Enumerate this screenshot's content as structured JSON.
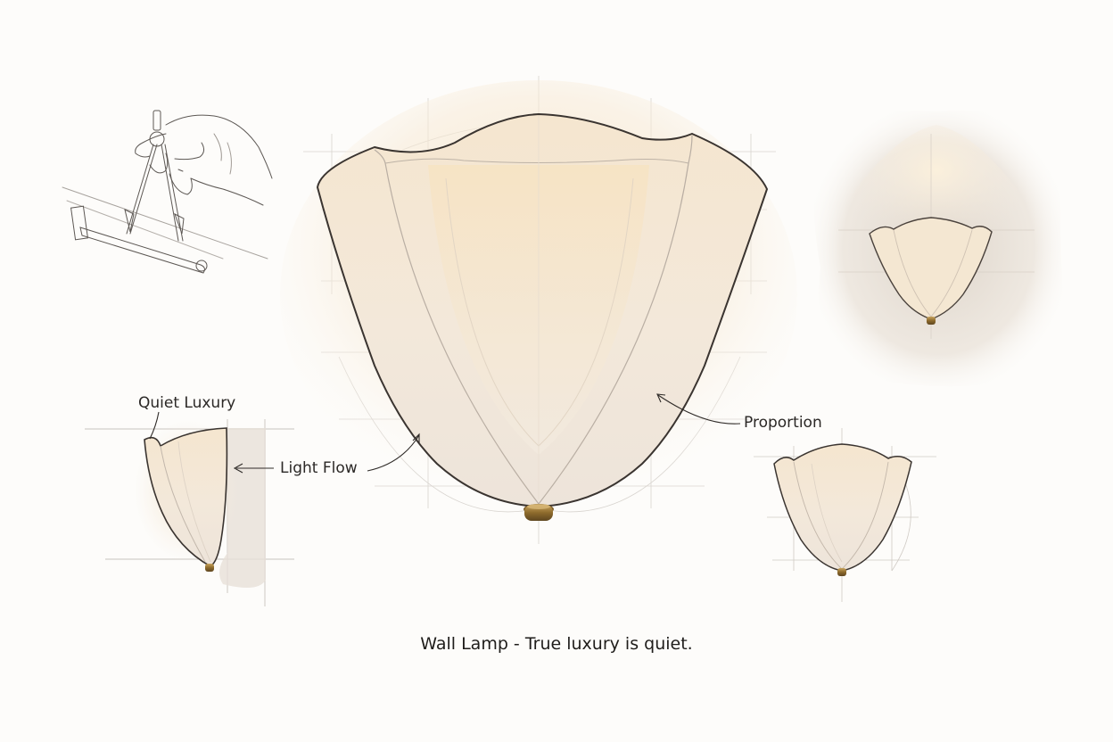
{
  "annotations": {
    "quiet_luxury": "Quiet Luxury",
    "light_flow": "Light Flow",
    "proportion": "Proportion"
  },
  "caption": "Wall Lamp - True luxury is quiet.",
  "colors": {
    "paper": "#fdfcfa",
    "shade_glass": "#f3e7d6",
    "shade_glow": "#f8ecd5",
    "outline": "#3a3430",
    "brass": "#a57f3c",
    "guide_lines": "#d6d2cd",
    "wall_wash": "#e7ded3"
  }
}
